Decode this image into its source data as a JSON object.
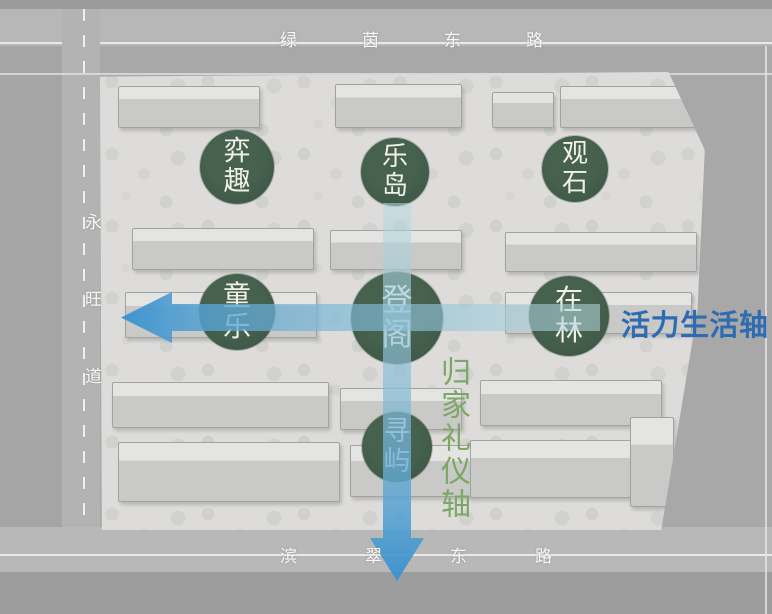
{
  "roads": {
    "top_label": "绿茵东路",
    "bottom_label": "滨翠东路",
    "left_label": "永旺道"
  },
  "axes": {
    "horizontal": {
      "label": "活力生活轴",
      "text_color": "#2d6bb2",
      "direction": "arrow-points-left"
    },
    "vertical": {
      "label": "归家礼仪轴",
      "text_color": "#7ca766",
      "direction": "arrow-points-down"
    }
  },
  "colors": {
    "node_green": "#3e5947",
    "arrow_strong_blue": "#3b92cf",
    "arrow_light_teal": "#b9dade",
    "site_base": "#dddcda",
    "road_gray": "#b7b7b7"
  },
  "nodes": [
    {
      "id": "yi-qu",
      "label": "弈趣"
    },
    {
      "id": "le-dao",
      "label": "乐岛"
    },
    {
      "id": "guan-shi",
      "label": "观石"
    },
    {
      "id": "tong-le",
      "label": "童乐"
    },
    {
      "id": "deng-ge",
      "label": "登阁"
    },
    {
      "id": "zai-lin",
      "label": "在林"
    },
    {
      "id": "xun-yu",
      "label": "寻屿"
    }
  ]
}
